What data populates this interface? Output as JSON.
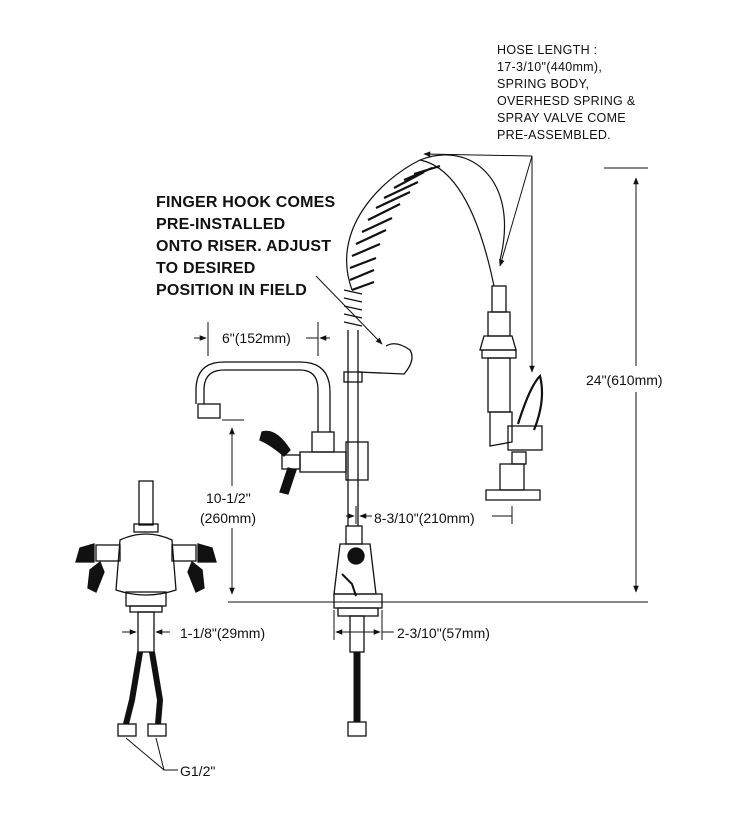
{
  "notes": {
    "hose_length": [
      "HOSE LENGTH :",
      "17-3/10\"(440mm),",
      "SPRING BODY,",
      "OVERHESD SPRING &",
      "SPRAY VALVE COME",
      "PRE-ASSEMBLED."
    ],
    "finger_hook": [
      "FINGER HOOK COMES",
      "PRE-INSTALLED",
      "ONTO RISER. ADJUST",
      "TO DESIRED",
      "POSITION IN FIELD"
    ]
  },
  "dimensions": {
    "spout_reach": "6\"(152mm)",
    "overall_height": "24\"(610mm)",
    "spout_height_in": "10-1/2\"",
    "spout_height_mm": "(260mm)",
    "spray_offset": "8-3/10\"(210mm)",
    "shank_width": "1-1/8\"(29mm)",
    "base_width": "2-3/10\"(57mm)",
    "connection": "G1/2\""
  }
}
